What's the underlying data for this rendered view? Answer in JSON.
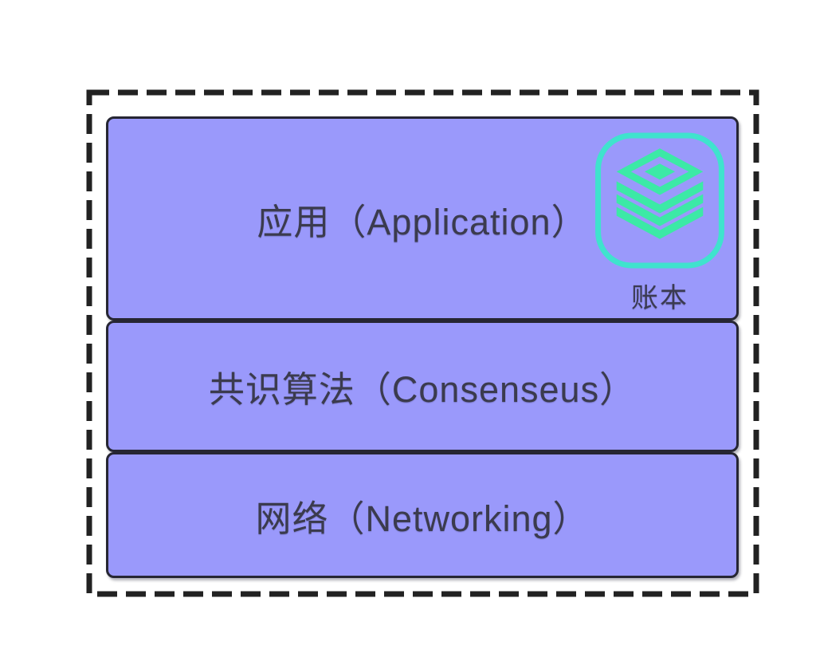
{
  "diagram": {
    "type": "layered-architecture",
    "frame_style": "dashed-rectangle",
    "layers": [
      {
        "id": "application",
        "label": "应用（Application）"
      },
      {
        "id": "consensus",
        "label": "共识算法（Consenseus）"
      },
      {
        "id": "networking",
        "label": "网络（Networking）"
      }
    ],
    "ledger": {
      "label": "账本",
      "icon": "ledger-stack-icon"
    },
    "colors": {
      "background": "#ffffff",
      "box_fill": "#9a99fb",
      "box_border": "#262633",
      "frame_dash": "#222222",
      "label_text": "#3b3b4e",
      "icon_outline": "#3fe3cd",
      "icon_layer_fill": "#3ce9a6"
    }
  }
}
